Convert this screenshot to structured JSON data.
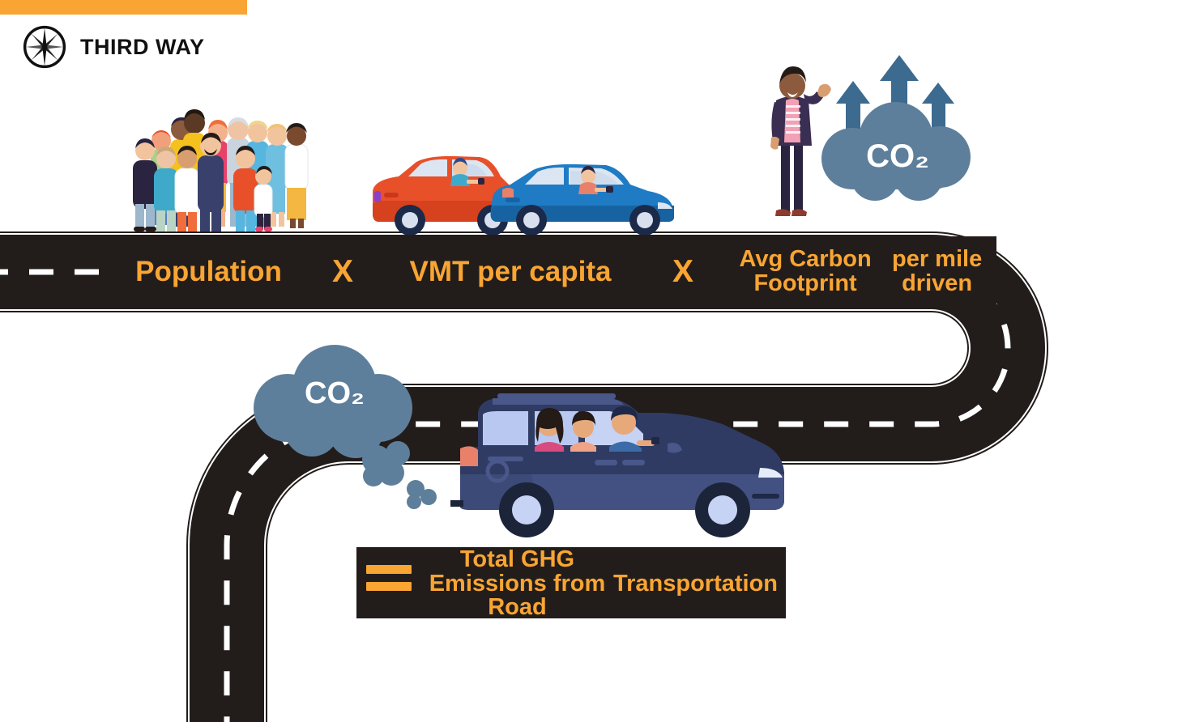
{
  "brand": {
    "name": "THIRD WAY",
    "mark_icon": "compass-rose-icon",
    "accent_color": "#F9A533"
  },
  "theme": {
    "orange": "#F9A533",
    "road_dark": "#221D1B",
    "road_line_white": "#FFFFFF",
    "cloud_blue": "#5E7F9B",
    "arrow_blue": "#3D6A8F",
    "van_navy": "#2F3B63",
    "car_red": "#E8502A",
    "car_blue": "#1F7BC4"
  },
  "equation": {
    "top_row": {
      "term1": "Population",
      "operator1": "X",
      "term2": "VMT per capita",
      "operator2": "X",
      "term3_line1": "Avg Carbon Footprint",
      "term3_line2": "per mile driven",
      "term3": "Avg Carbon Footprint per mile driven"
    },
    "bottom_row": {
      "operator": "=",
      "result_line1": "Total GHG Emissions from Road",
      "result_line2": "Transportation",
      "result": "Total GHG Emissions from Road Transportation"
    }
  },
  "illustrations": {
    "crowd": {
      "name": "crowd-of-people-illustration",
      "description": "Diverse group of people standing together",
      "represents": "Population"
    },
    "cars": {
      "name": "two-cars-illustration",
      "description": "A red car and a blue sedan with drivers",
      "represents": "VMT per capita"
    },
    "co2_top": {
      "name": "co2-cloud-with-arrows-illustration",
      "label": "CO₂",
      "arrow_count": 3,
      "description": "Person gesturing beside a CO2 cloud with three rising arrows",
      "represents": "Avg Carbon Footprint per mile driven"
    },
    "co2_bottom": {
      "name": "co2-exhaust-cloud-illustration",
      "label": "CO₂",
      "puff_count": 3,
      "description": "CO2 cloud trailing from minivan exhaust"
    },
    "minivan": {
      "name": "family-minivan-illustration",
      "description": "Navy minivan with a driver and two passengers",
      "occupants": 3
    }
  },
  "road": {
    "name": "winding-road-graphic",
    "style": "dashed-center-line",
    "segments": [
      "top-straight",
      "right-u-turn",
      "bottom-straight",
      "bottom-left-curve"
    ]
  }
}
